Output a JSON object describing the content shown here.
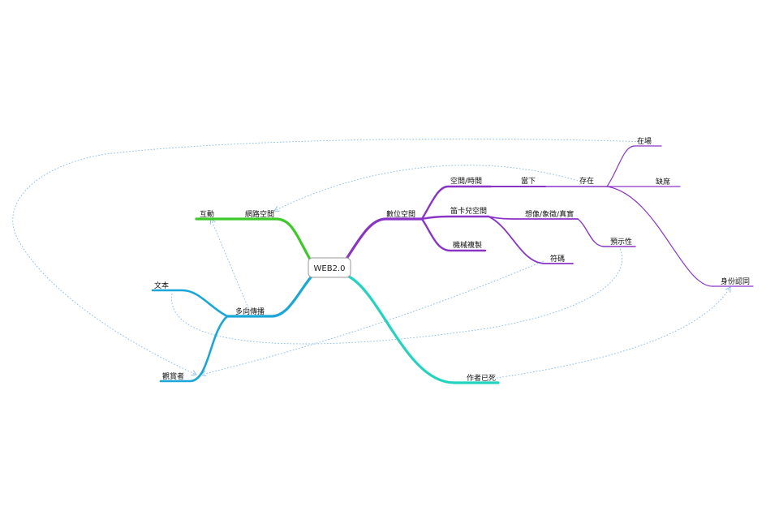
{
  "mindmap": {
    "center": {
      "label": "WEB2.0"
    },
    "colors": {
      "green": "#3cc92a",
      "purple": "#8a34c6",
      "cyan": "#1aa6d6",
      "teal": "#22d3c0",
      "relation": "#7fb8e6"
    },
    "nodes": {
      "internet_space": "網路空間",
      "interaction": "互動",
      "digital_space": "數位空間",
      "space_time": "空間/時間",
      "present": "當下",
      "existence": "存在",
      "on_site": "在場",
      "absence": "缺席",
      "identity": "身份認同",
      "cartesian_space": "笛卡兒空間",
      "imagination": "想像/象徵/真實",
      "prefiguration": "預示性",
      "sign": "符碼",
      "mechanical_reproduction": "機械複製",
      "multidirectional": "多向傳播",
      "text": "文本",
      "viewer": "觀賞者",
      "death_of_author": "作者已死"
    }
  }
}
